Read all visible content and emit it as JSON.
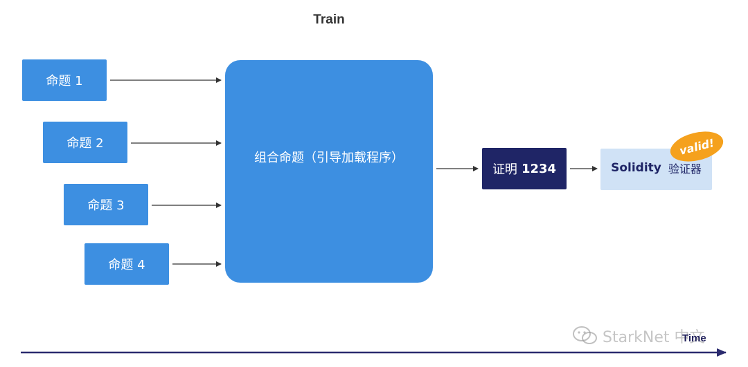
{
  "diagram": {
    "title": "Train",
    "propositions": [
      {
        "label": "命题 1"
      },
      {
        "label": "命题 2"
      },
      {
        "label": "命题 3"
      },
      {
        "label": "命题 4"
      }
    ],
    "combined_label": "组合命题（引导加载程序）",
    "proof": {
      "prefix": "证明",
      "number": "1234"
    },
    "verifier": {
      "name": "Solidity",
      "suffix": "验证器"
    },
    "badge": "valid!",
    "time_label": "Time",
    "watermark": "StarkNet 中文",
    "colors": {
      "proposition": "#3d8fe1",
      "proof": "#1f2566",
      "verifier": "#d0e2f6",
      "badge": "#f5a11d",
      "axis": "#2a2a6e"
    }
  }
}
